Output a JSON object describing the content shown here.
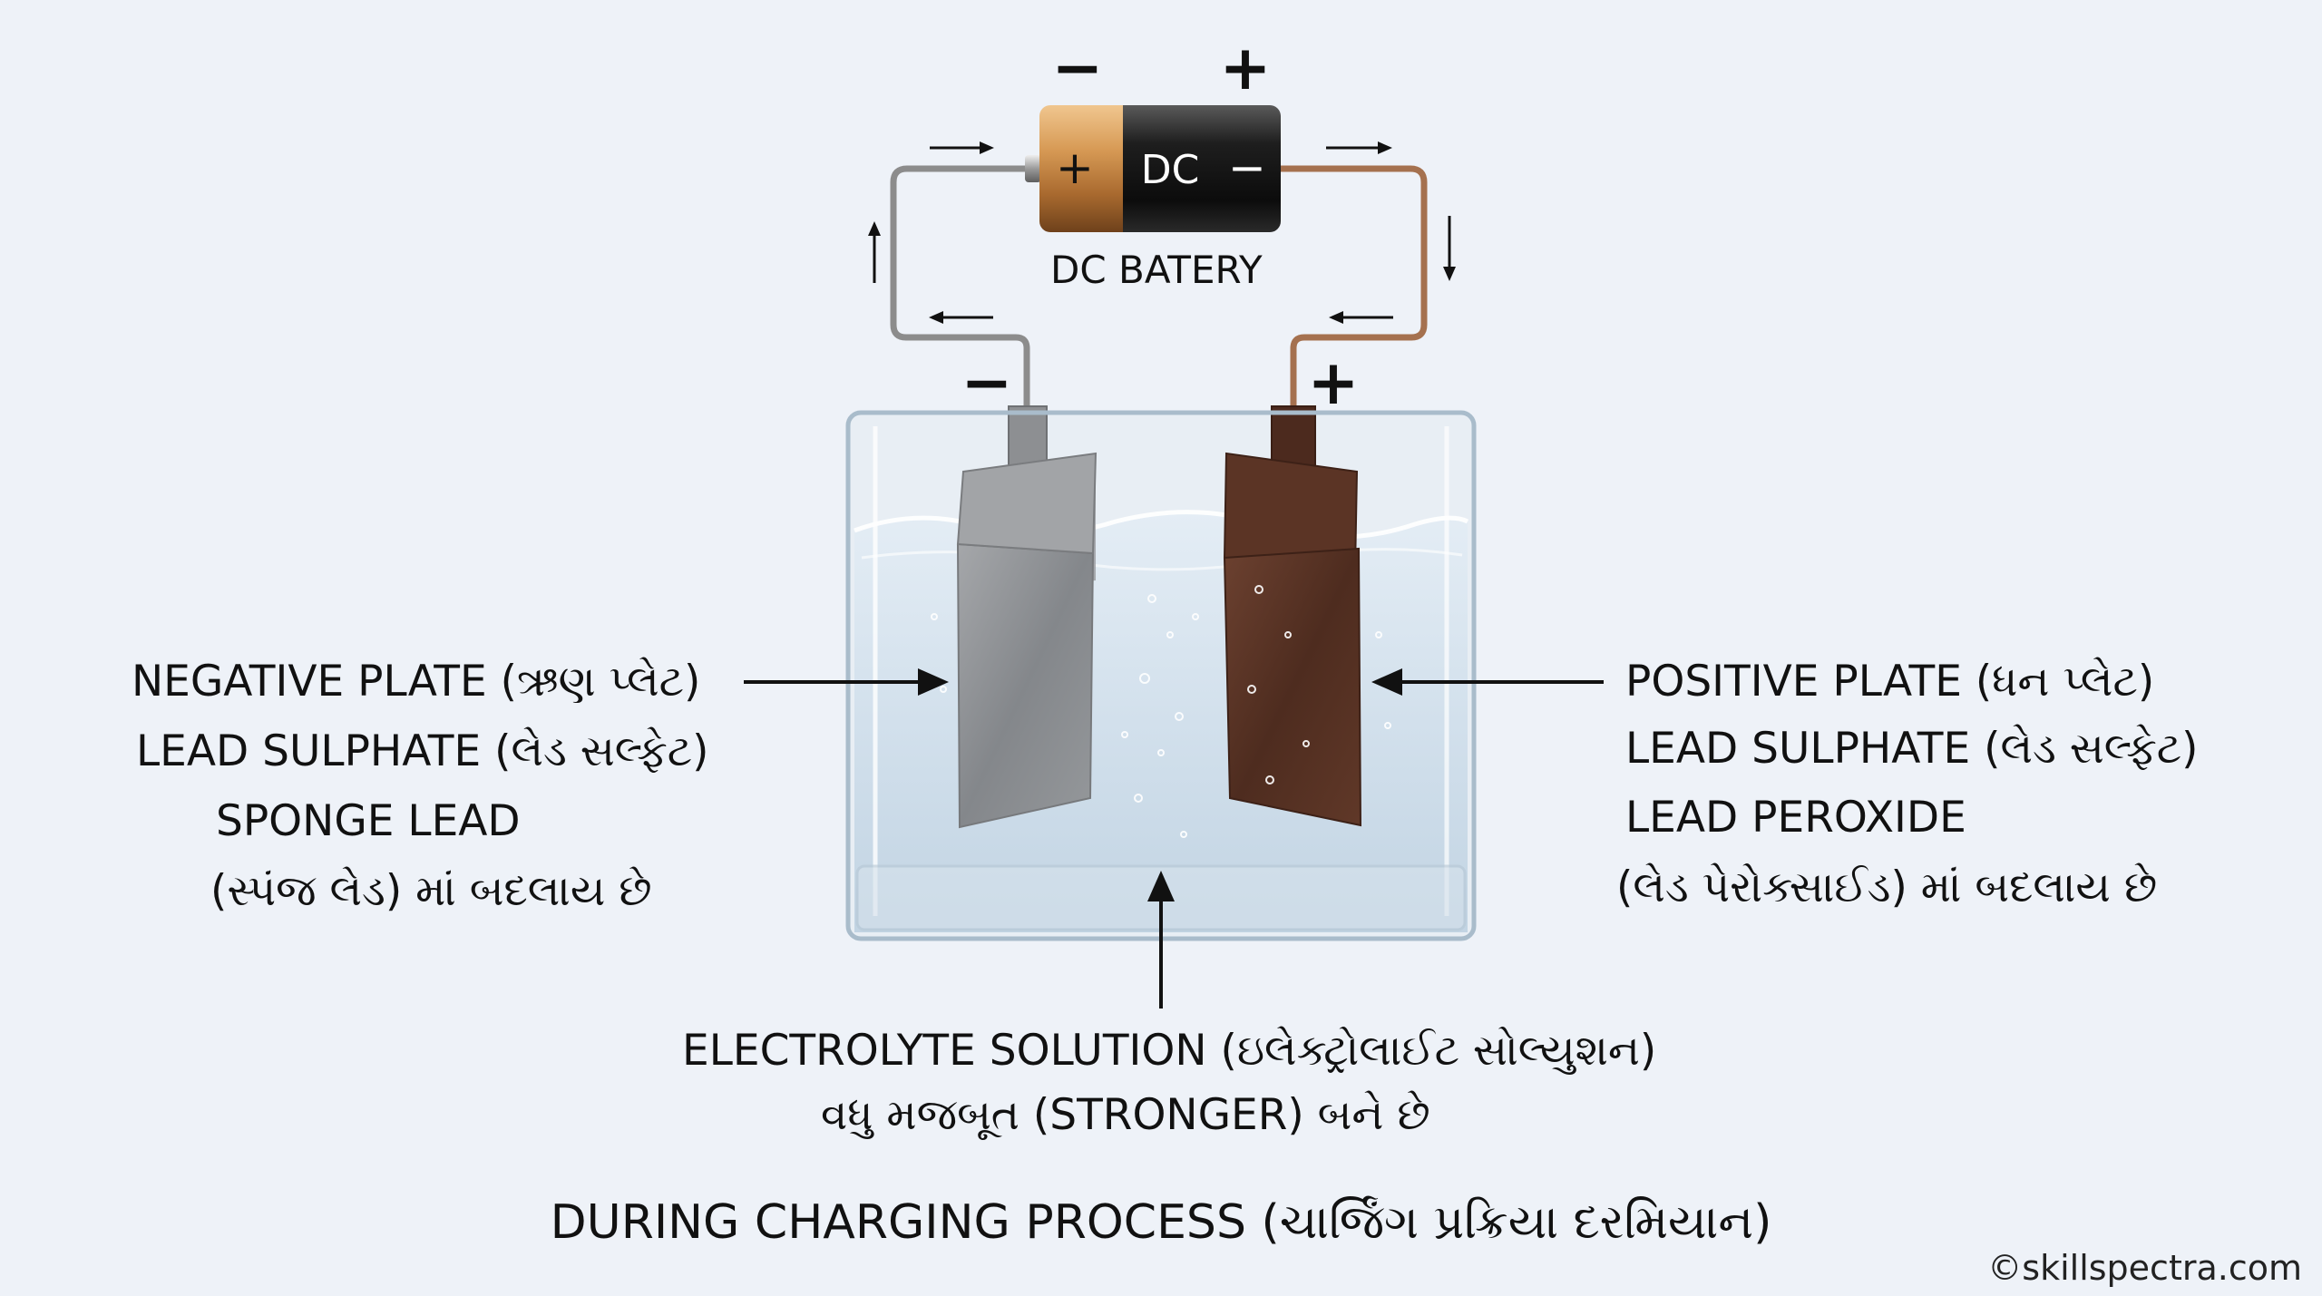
{
  "battery": {
    "body_label": "DC",
    "caption": "DC BATERY",
    "top_left_sign": "−",
    "top_right_sign": "+",
    "cap_sign": "+",
    "body_sign": "−"
  },
  "electrodes": {
    "negative_sign": "−",
    "positive_sign": "+"
  },
  "labels": {
    "negative": [
      "NEGATIVE PLATE (ઋણ પ્લેટ)",
      "LEAD SULPHATE (લેડ સલ્ફેટ)",
      "SPONGE LEAD",
      "(સ્પંજ લેડ) માં બદલાય છે"
    ],
    "positive": [
      "POSITIVE PLATE (ધન પ્લેટ)",
      "LEAD SULPHATE (લેડ સલ્ફેટ)",
      "LEAD PEROXIDE",
      "(લેડ પેરોક્સાઈડ) માં બદલાય છે"
    ],
    "electrolyte": [
      "ELECTROLYTE SOLUTION (ઇલેક્ટ્રોલાઈટ સોલ્યુશન)",
      "વધુ મજબૂત (STRONGER) બને છે"
    ]
  },
  "caption": "DURING CHARGING PROCESS (ચાર્જિંગ પ્રક્રિયા દરમિયાન)",
  "copyright": "©skillspectra.com",
  "colors": {
    "background": "#eef2f8",
    "battery_copper": "#b87333",
    "battery_black": "#1b1b1b",
    "negative_plate": "#8e9093",
    "positive_plate": "#5a3526",
    "water": "#c9d9e6",
    "wire_left": "#8c8c8c",
    "wire_right": "#a5714f"
  }
}
